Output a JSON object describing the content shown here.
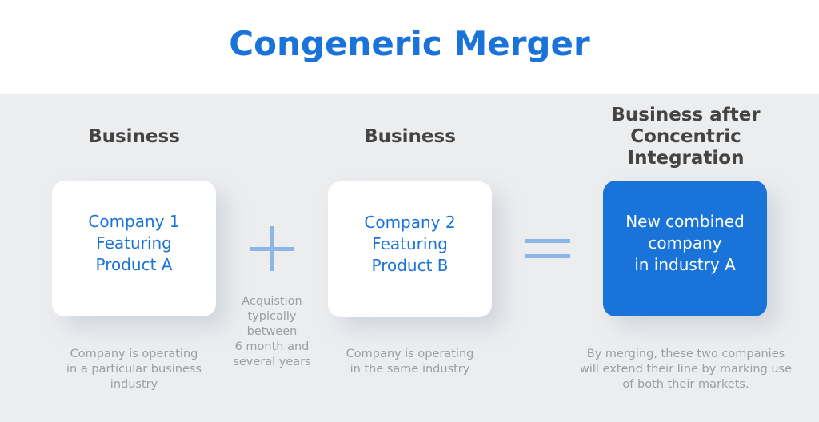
{
  "title": "Congeneric Merger",
  "colors": {
    "accent": "#1a73d9",
    "heading": "#444444",
    "caption": "#9a9ea6",
    "operator": "#8cb6e8",
    "panel_bg": "#ecedef"
  },
  "columns": [
    {
      "heading": "Business",
      "card_text": "Company 1\nFeaturing\nProduct A",
      "caption": "Company is operating\nin a particular business\nindustry"
    },
    {
      "heading": "Business",
      "card_text": "Company 2\nFeaturing\nProduct B",
      "caption": "Company is operating\nin the same industry"
    },
    {
      "heading": "Business after\nConcentric\nIntegration",
      "card_text": "New combined\ncompany\nin industry A",
      "caption": "By merging, these two companies\nwill extend their line by marking use\nof both their markets."
    }
  ],
  "operators": {
    "plus": {
      "icon": "plus-icon",
      "caption": "Acquistion\ntypically\nbetween\n6 month and\nseveral years"
    },
    "equals": {
      "icon": "equals-icon"
    }
  }
}
